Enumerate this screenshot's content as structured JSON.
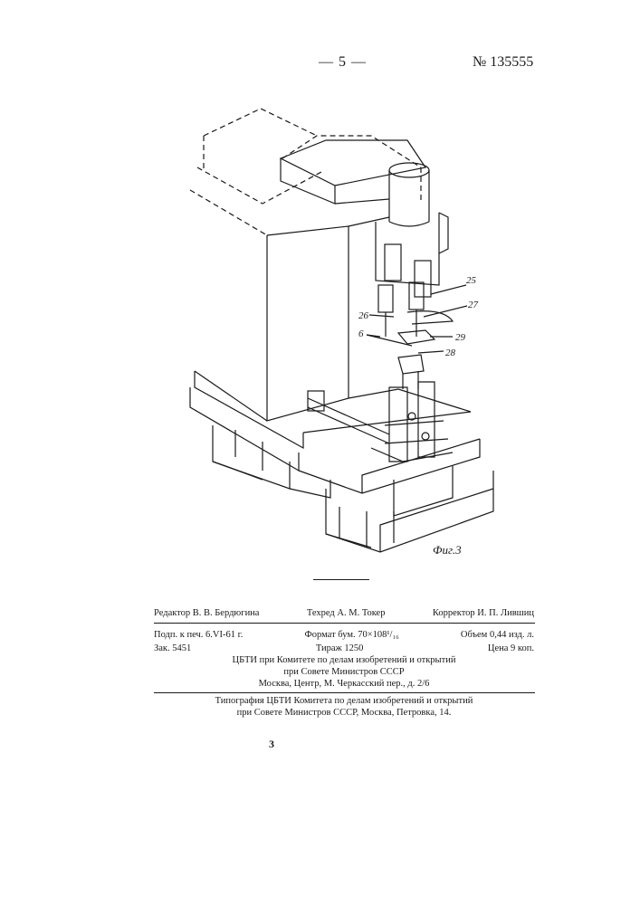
{
  "header": {
    "page_number": "— 5 —",
    "patent_number": "№ 135555"
  },
  "figure": {
    "caption": "Фиг.3",
    "labels": [
      "25",
      "26",
      "27",
      "6",
      "29",
      "28"
    ]
  },
  "colophon": {
    "editor": "Редактор В. В. Бердюгина",
    "techred": "Техред А. М. Токер",
    "corrector": "Корректор И. П. Лившиц",
    "signed": "Подп. к печ. 6.VI-61 г.",
    "format": "Формат бум. 70×108¹/₁₆",
    "volume": "Объем 0,44 изд. л.",
    "order": "Зак. 5451",
    "circulation": "Тираж 1250",
    "price": "Цена 9 коп.",
    "publisher_line1": "ЦБТИ при Комитете по делам изобретений и открытий",
    "publisher_line2": "при Совете Министров СССР",
    "publisher_line3": "Москва, Центр, М. Черкасский пер., д. 2/6",
    "typography_line1": "Типография ЦБТИ Комитета по делам изобретений и открытий",
    "typography_line2": "при Совете Министров СССР, Москва, Петровка, 14."
  },
  "footer": {
    "number": "3"
  }
}
